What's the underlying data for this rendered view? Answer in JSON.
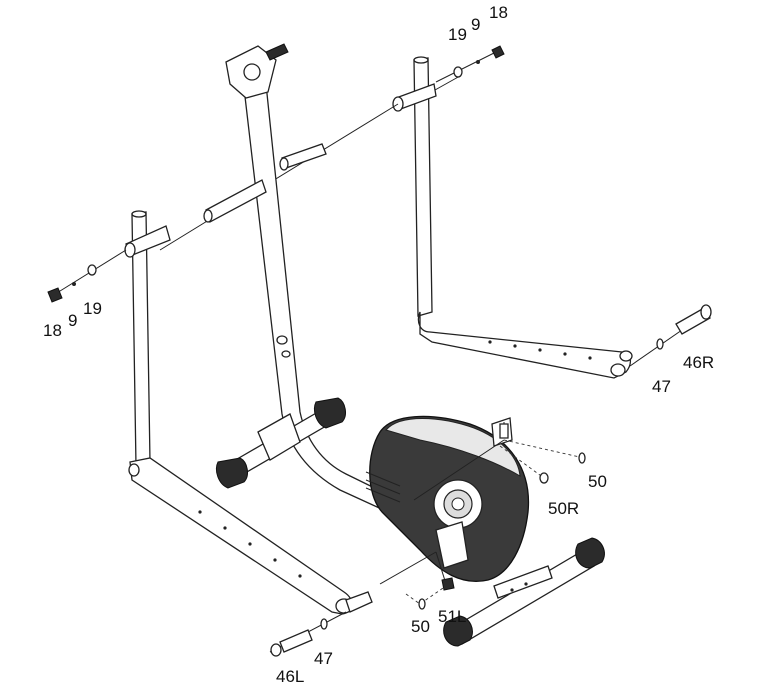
{
  "labels": {
    "l18_top": "18",
    "l9_top": "9",
    "l19_top": "19",
    "l18_left": "18",
    "l9_left": "9",
    "l19_left": "19",
    "l46R": "46R",
    "l47_right": "47",
    "l50_right": "50",
    "l50R": "50R",
    "l50_bottom": "50",
    "l51L": "51L",
    "l46L": "46L",
    "l47_bottom": "47"
  },
  "colors": {
    "line": "#222222",
    "fill_dark": "#2b2b2b",
    "background": "#ffffff"
  }
}
